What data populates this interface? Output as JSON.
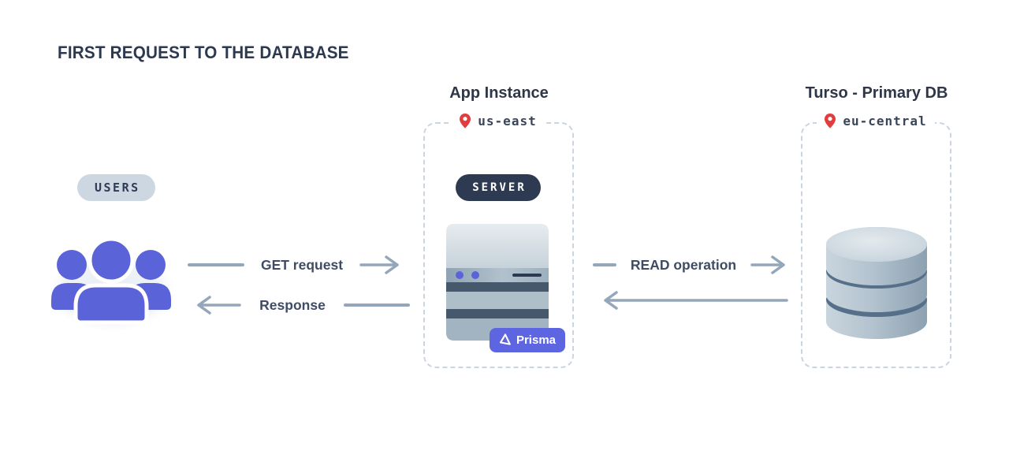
{
  "title": "FIRST REQUEST TO THE DATABASE",
  "users": {
    "badge": "USERS"
  },
  "app_instance": {
    "title": "App Instance",
    "region": "us-east",
    "server_badge": "SERVER",
    "prisma_badge": "Prisma"
  },
  "primary_db": {
    "title": "Turso - Primary DB",
    "region": "eu-central"
  },
  "flows": {
    "get_request": "GET request",
    "response": "Response",
    "read_operation": "READ operation"
  },
  "colors": {
    "accent_indigo": "#5a63d8",
    "prisma_badge_bg": "#5d66e0",
    "pin_red": "#e23c3c",
    "heading_navy": "#2d3748",
    "label_navy": "#3f4c63",
    "arrow_gray": "#94a6ba",
    "dashed_border": "#cbd5df",
    "users_badge_bg": "#cdd7e1",
    "server_badge_bg": "#2d3a52"
  }
}
